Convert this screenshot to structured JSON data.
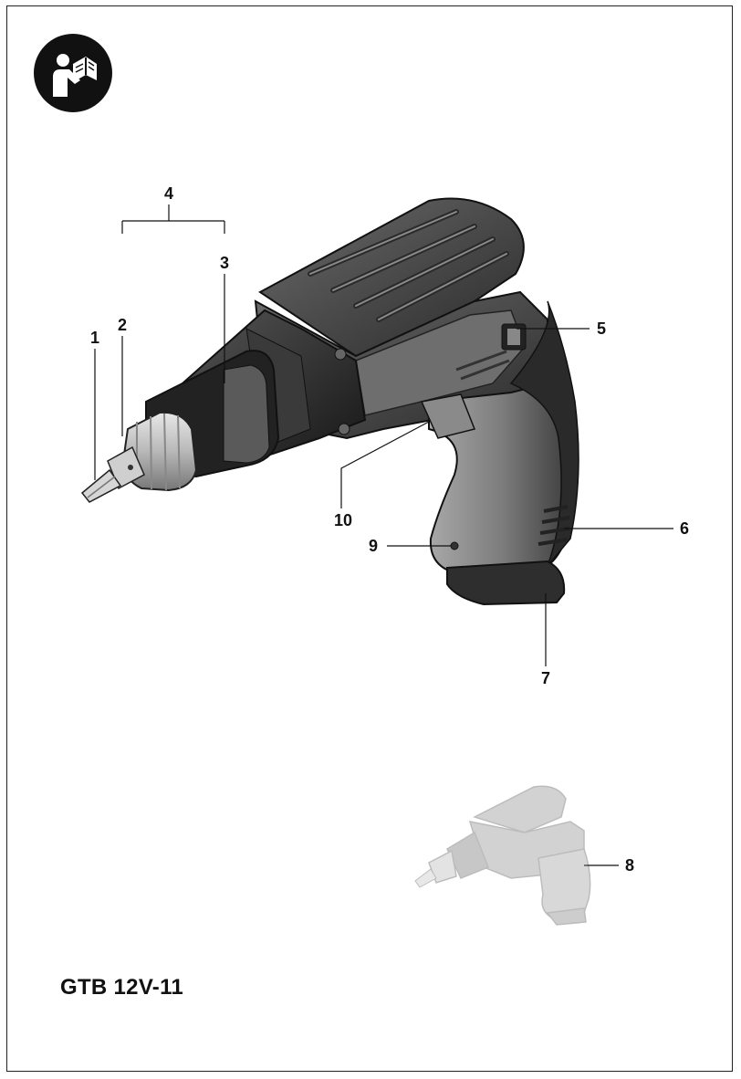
{
  "document": {
    "model": "GTB 12V-11",
    "icon": "read-manual-icon",
    "callouts": {
      "c1": "1",
      "c2": "2",
      "c3": "3",
      "c4": "4",
      "c5": "5",
      "c6": "6",
      "c7": "7",
      "c8": "8",
      "c9": "9",
      "c10": "10"
    }
  }
}
